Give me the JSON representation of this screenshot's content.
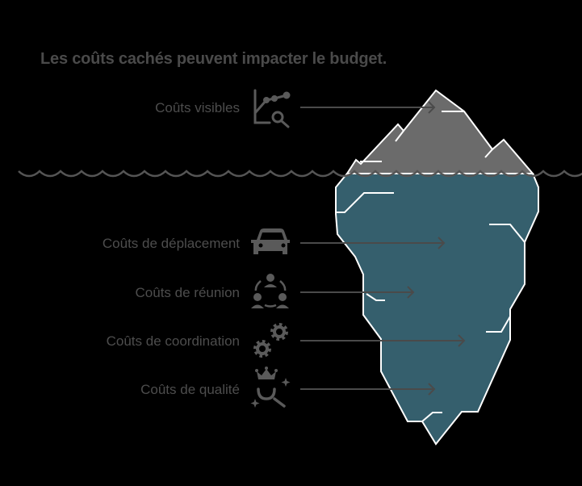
{
  "title": "Les coûts cachés peuvent impacter le budget.",
  "colors": {
    "background": "#000000",
    "text": "#4d4d4d",
    "iceberg_above": "#6b6b6b",
    "iceberg_below": "#355f6d",
    "outline": "#ffffff",
    "arrow": "#4a4a4a",
    "water_line": "#555555"
  },
  "above_water": {
    "label": "Coûts visibles",
    "icon": "chart-magnifier-icon"
  },
  "below_water": [
    {
      "label": "Coûts de déplacement",
      "icon": "car-icon"
    },
    {
      "label": "Coûts de réunion",
      "icon": "meeting-people-icon"
    },
    {
      "label": "Coûts de coordination",
      "icon": "gears-icon"
    },
    {
      "label": "Coûts de qualité",
      "icon": "crown-magnifier-icon"
    }
  ]
}
